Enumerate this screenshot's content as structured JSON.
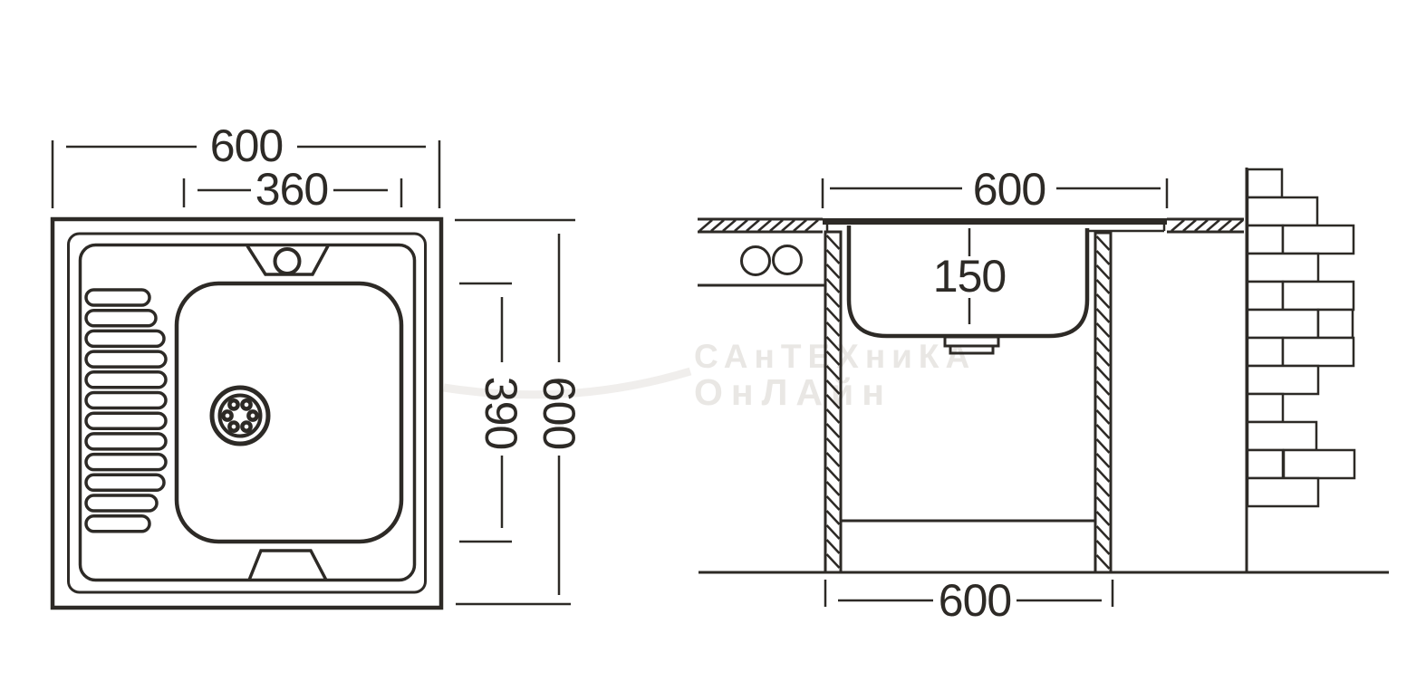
{
  "drawing": {
    "top_view": {
      "overall_width": "600",
      "bowl_width": "360",
      "overall_depth": "600",
      "bowl_depth": "390"
    },
    "section_view": {
      "rim_width": "600",
      "bowl_height": "150",
      "cabinet_width": "600"
    },
    "watermark": {
      "line1": "САнТЕХниКА",
      "line2": "ОнЛАйн"
    },
    "colors": {
      "line": "#2d2a26",
      "background": "#ffffff",
      "watermark": "#e9e7e4"
    }
  }
}
